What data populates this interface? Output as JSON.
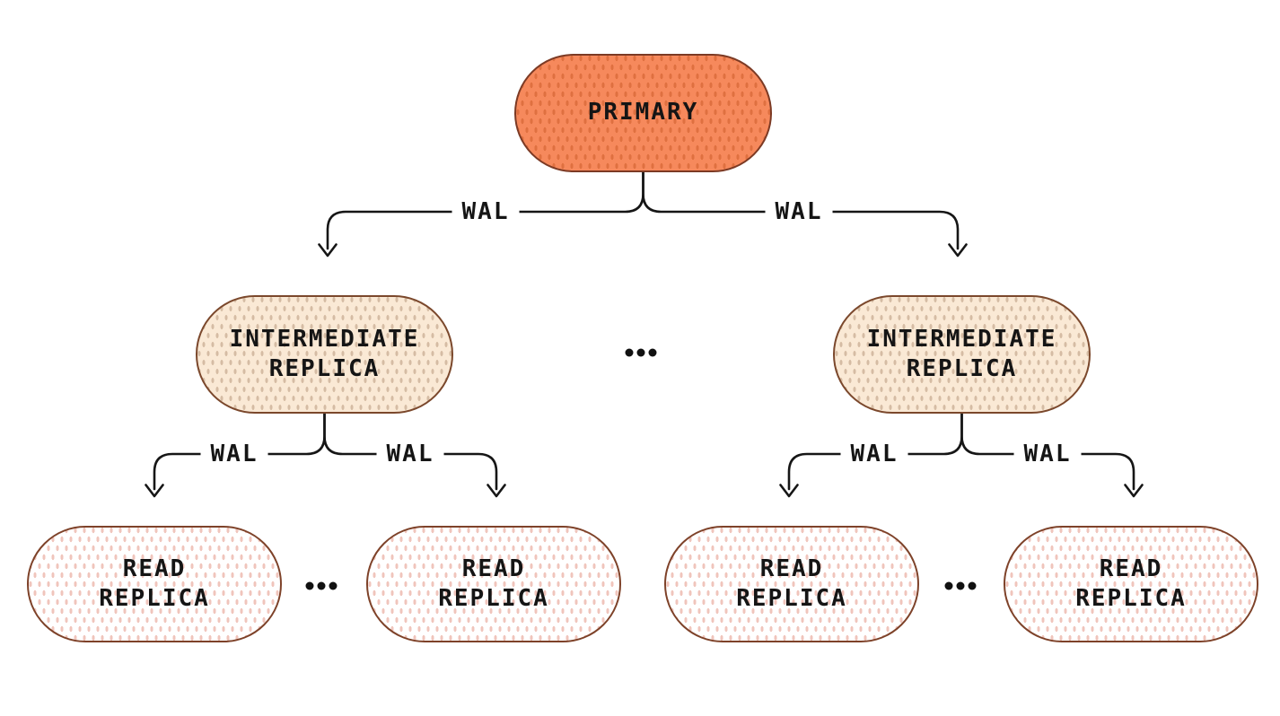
{
  "diagram": {
    "type": "replication-topology-tree",
    "nodes": {
      "primary": {
        "lines": [
          "PRIMARY"
        ],
        "role": "primary"
      },
      "intermediate_left": {
        "lines": [
          "INTERMEDIATE",
          "REPLICA"
        ],
        "role": "intermediate"
      },
      "intermediate_right": {
        "lines": [
          "INTERMEDIATE",
          "REPLICA"
        ],
        "role": "intermediate"
      },
      "read_1": {
        "lines": [
          "READ",
          "REPLICA"
        ],
        "role": "read"
      },
      "read_2": {
        "lines": [
          "READ",
          "REPLICA"
        ],
        "role": "read"
      },
      "read_3": {
        "lines": [
          "READ",
          "REPLICA"
        ],
        "role": "read"
      },
      "read_4": {
        "lines": [
          "READ",
          "REPLICA"
        ],
        "role": "read"
      }
    },
    "edges": [
      {
        "from": "primary",
        "to": "intermediate_left",
        "label": "WAL"
      },
      {
        "from": "primary",
        "to": "intermediate_right",
        "label": "WAL"
      },
      {
        "from": "intermediate_left",
        "to": "read_1",
        "label": "WAL"
      },
      {
        "from": "intermediate_left",
        "to": "read_2",
        "label": "WAL"
      },
      {
        "from": "intermediate_right",
        "to": "read_3",
        "label": "WAL"
      },
      {
        "from": "intermediate_right",
        "to": "read_4",
        "label": "WAL"
      }
    ],
    "ellipsis_markers": [
      {
        "between": [
          "intermediate_left",
          "intermediate_right"
        ],
        "icon": "ellipsis-icon"
      },
      {
        "between": [
          "read_1",
          "read_2"
        ],
        "icon": "ellipsis-icon"
      },
      {
        "between": [
          "read_3",
          "read_4"
        ],
        "icon": "ellipsis-icon"
      }
    ],
    "colors": {
      "background": "#FFFFFF",
      "primary_fill": "#F6895C",
      "primary_dots": "#DF7040",
      "primary_border": "#7C3A24",
      "intermediate_fill": "#FAE9D5",
      "intermediate_dots": "#D5BCA4",
      "intermediate_border": "#7B482C",
      "read_fill": "#FFFFFF",
      "read_dots": "#F0C5BC",
      "read_border": "#7E4229",
      "connector_line": "#161616",
      "text": "#151515"
    }
  }
}
